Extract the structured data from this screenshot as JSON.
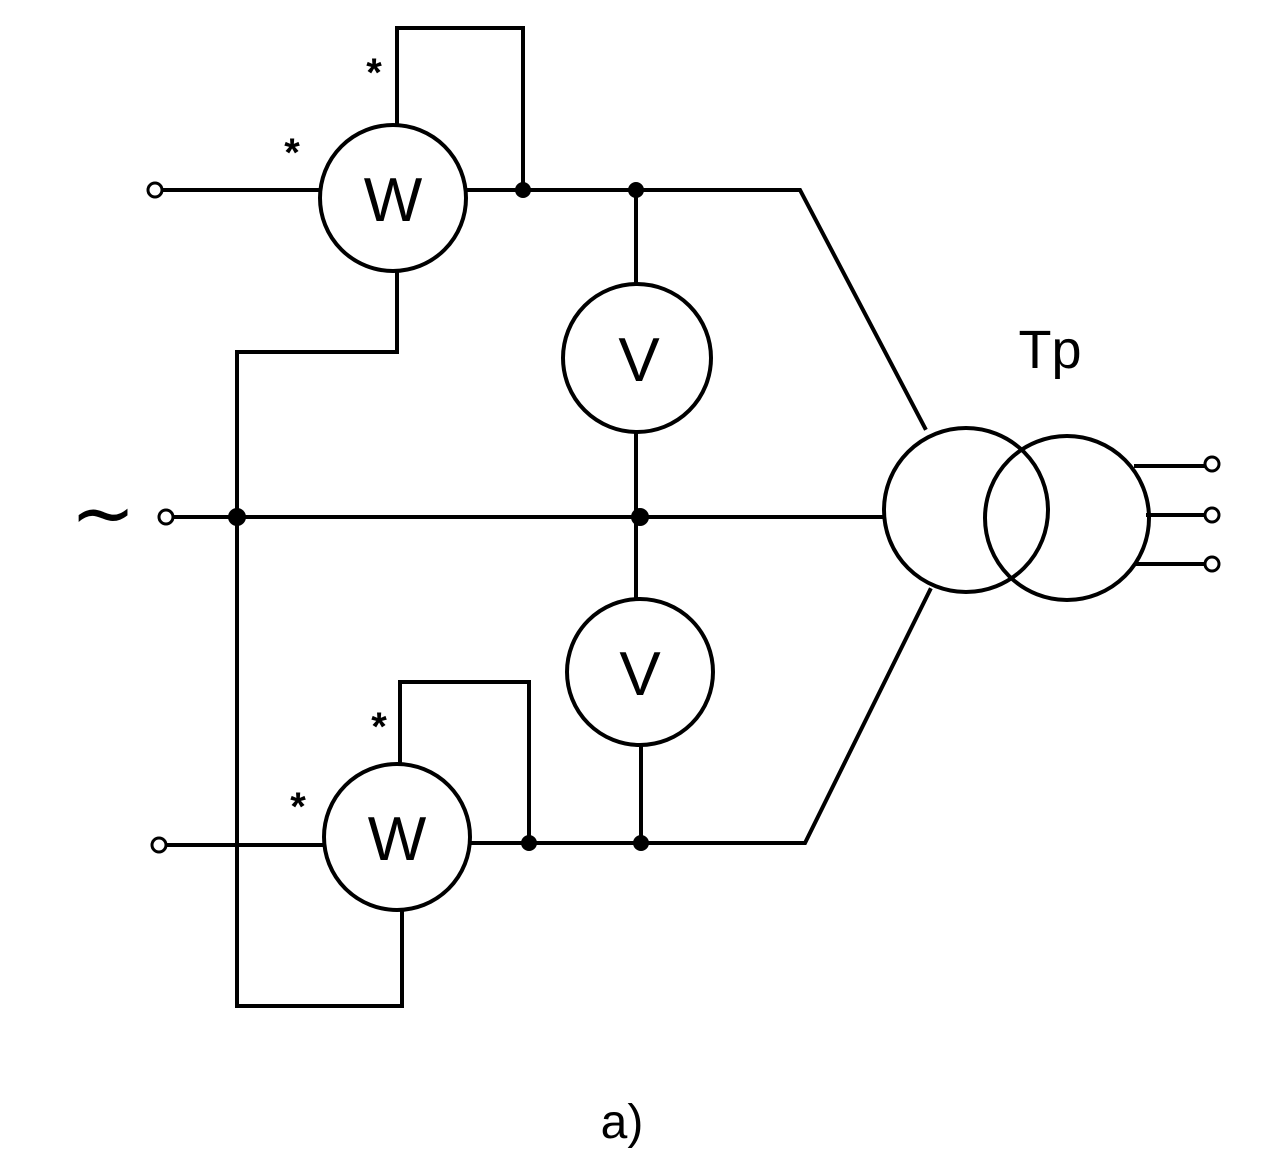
{
  "diagram": {
    "source_symbol": "~",
    "caption": "a)",
    "transformer_label": "Tp",
    "wattmeters": [
      {
        "label": "W",
        "marks": [
          "*",
          "*"
        ]
      },
      {
        "label": "W",
        "marks": [
          "*",
          "*"
        ]
      }
    ],
    "voltmeters": [
      {
        "label": "V"
      },
      {
        "label": "V"
      }
    ]
  }
}
